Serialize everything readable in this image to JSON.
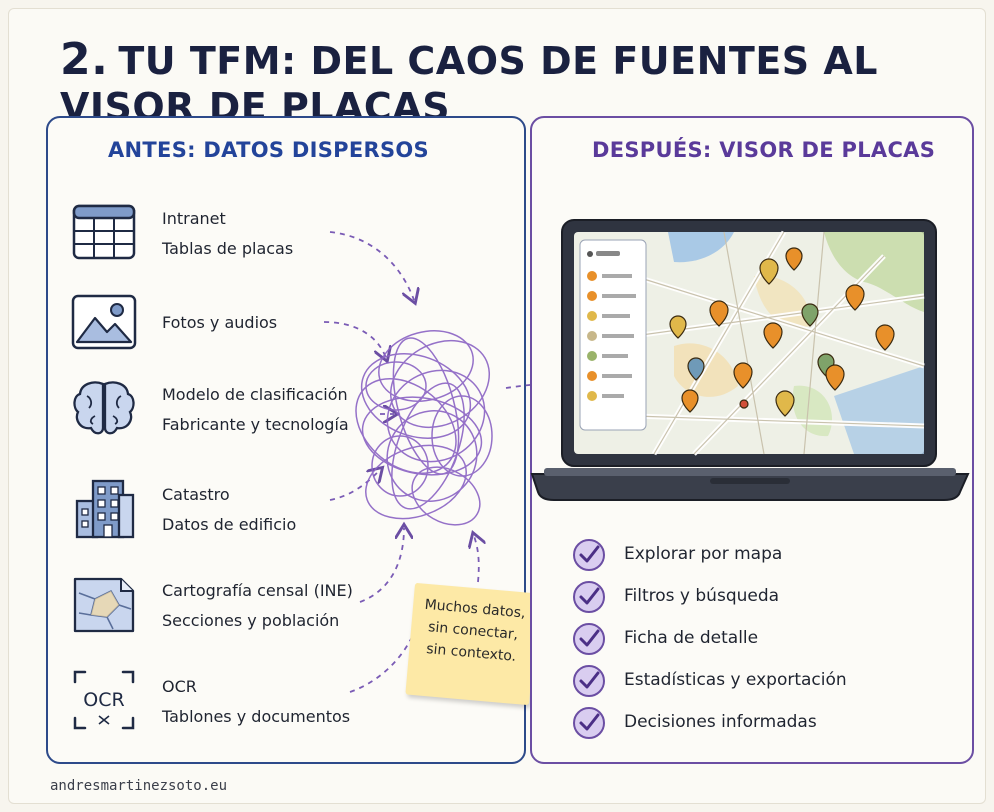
{
  "title": {
    "number": "2.",
    "text": "TU TFM: DEL CAOS DE FUENTES AL VISOR DE PLACAS"
  },
  "left_panel": {
    "heading": "ANTES: DATOS DISPERSOS",
    "sources": [
      {
        "icon": "table-icon",
        "line1": "Intranet",
        "line2": "Tablas de placas"
      },
      {
        "icon": "image-icon",
        "line1": "Fotos y audios",
        "line2": ""
      },
      {
        "icon": "brain-icon",
        "line1": "Modelo de clasificación",
        "line2": "Fabricante y tecnología"
      },
      {
        "icon": "building-icon",
        "line1": "Catastro",
        "line2": "Datos de edificio"
      },
      {
        "icon": "map-icon",
        "line1": "Cartografía censal (INE)",
        "line2": "Secciones y población"
      },
      {
        "icon": "ocr-icon",
        "line1": "OCR",
        "line2": "Tablones y documentos"
      }
    ],
    "sticky_note": {
      "line1": "Muchos datos,",
      "line2": "sin conectar,",
      "line3": "sin contexto."
    }
  },
  "right_panel": {
    "heading": "DESPUÉS: VISOR DE PLACAS",
    "features": [
      "Explorar por mapa",
      "Filtros y búsqueda",
      "Ficha de detalle",
      "Estadísticas y exportación",
      "Decisiones informadas"
    ]
  },
  "footer": {
    "site": "andresmartinezsoto.eu"
  },
  "colors": {
    "left_accent": "#2d4a8a",
    "right_accent": "#6b4ea3",
    "tangle": "#8a63c4",
    "pin_orange": "#e8902a"
  }
}
